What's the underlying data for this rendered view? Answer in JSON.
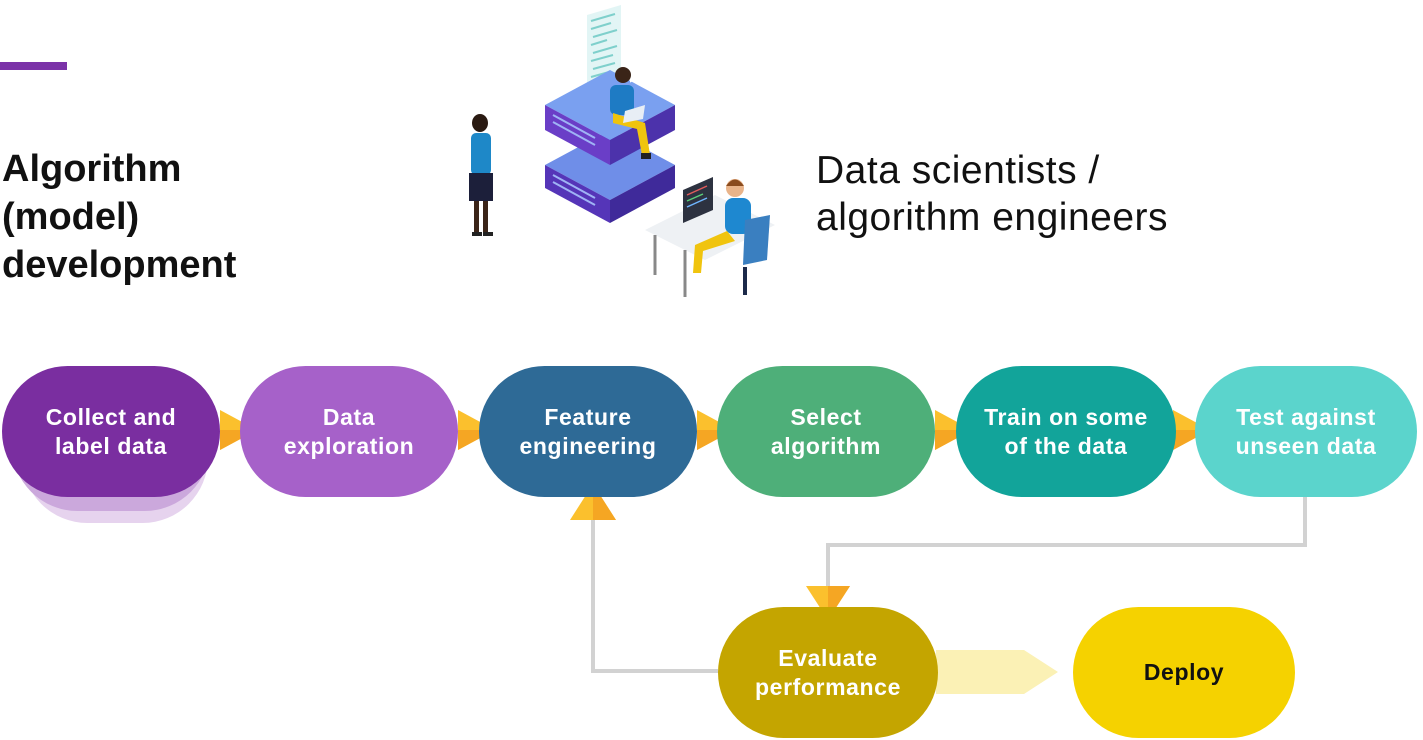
{
  "header": {
    "title_lines": [
      "Algorithm",
      "(model)",
      "development"
    ],
    "subtitle_lines": [
      "Data scientists /",
      "algorithm engineers"
    ]
  },
  "illustration": {
    "name": "data-scientists-illustration",
    "elements": [
      "server-stack-icon",
      "person-with-laptop-icon",
      "standing-woman-icon",
      "person-at-desk-icon",
      "code-screen-icon"
    ]
  },
  "steps": [
    {
      "id": "collect",
      "lines": [
        "Collect and",
        "label data"
      ],
      "color": "#7a2ea0"
    },
    {
      "id": "explore",
      "lines": [
        "Data",
        "exploration"
      ],
      "color": "#a661c9"
    },
    {
      "id": "feature",
      "lines": [
        "Feature",
        "engineering"
      ],
      "color": "#2e6a96"
    },
    {
      "id": "select",
      "lines": [
        "Select",
        "algorithm"
      ],
      "color": "#4eaf79"
    },
    {
      "id": "train",
      "lines": [
        "Train on some",
        "of the data"
      ],
      "color": "#12a49a"
    },
    {
      "id": "test",
      "lines": [
        "Test against",
        "unseen data"
      ],
      "color": "#5bd4cc"
    },
    {
      "id": "evaluate",
      "lines": [
        "Evaluate",
        "performance"
      ],
      "color": "#c4a500"
    },
    {
      "id": "deploy",
      "lines": [
        "Deploy"
      ],
      "color": "#f5d200"
    }
  ],
  "colors": {
    "accent": "#7b32a8",
    "arrow": "#fbc02d",
    "arrow_dark": "#f5a623",
    "connector": "#d2d2d2",
    "deploy_arrow": "#fbf1b5",
    "text_dark": "#111111"
  }
}
